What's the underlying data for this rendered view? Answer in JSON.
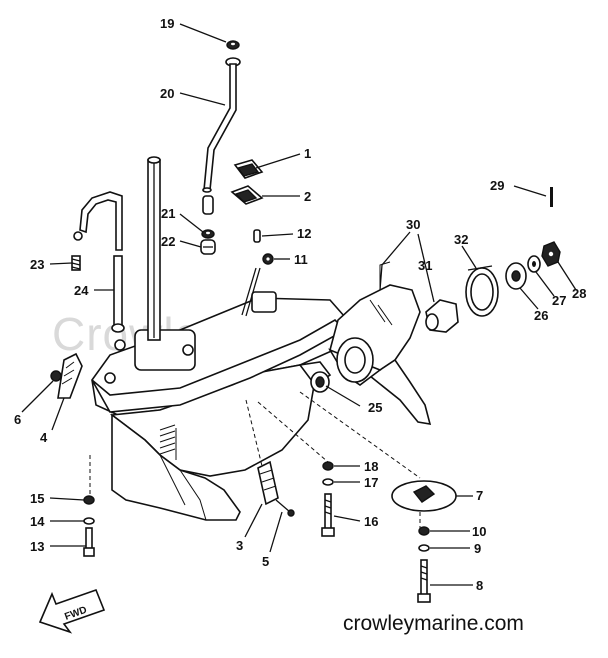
{
  "watermark": "Crowley Marine",
  "website": "crowleymarine.com",
  "arrow_label": "FWD",
  "callouts": [
    {
      "id": "c1",
      "label": "1"
    },
    {
      "id": "c2",
      "label": "2"
    },
    {
      "id": "c3",
      "label": "3"
    },
    {
      "id": "c4",
      "label": "4"
    },
    {
      "id": "c5",
      "label": "5"
    },
    {
      "id": "c6",
      "label": "6"
    },
    {
      "id": "c7",
      "label": "7"
    },
    {
      "id": "c8",
      "label": "8"
    },
    {
      "id": "c9",
      "label": "9"
    },
    {
      "id": "c10",
      "label": "10"
    },
    {
      "id": "c11",
      "label": "11"
    },
    {
      "id": "c12",
      "label": "12"
    },
    {
      "id": "c13",
      "label": "13"
    },
    {
      "id": "c14",
      "label": "14"
    },
    {
      "id": "c15",
      "label": "15"
    },
    {
      "id": "c16",
      "label": "16"
    },
    {
      "id": "c17",
      "label": "17"
    },
    {
      "id": "c18",
      "label": "18"
    },
    {
      "id": "c19",
      "label": "19"
    },
    {
      "id": "c20",
      "label": "20"
    },
    {
      "id": "c21",
      "label": "21"
    },
    {
      "id": "c22",
      "label": "22"
    },
    {
      "id": "c23",
      "label": "23"
    },
    {
      "id": "c24",
      "label": "24"
    },
    {
      "id": "c25",
      "label": "25"
    },
    {
      "id": "c26",
      "label": "26"
    },
    {
      "id": "c27",
      "label": "27"
    },
    {
      "id": "c28",
      "label": "28"
    },
    {
      "id": "c29",
      "label": "29"
    },
    {
      "id": "c30",
      "label": "30"
    },
    {
      "id": "c31",
      "label": "31"
    },
    {
      "id": "c32",
      "label": "32"
    }
  ]
}
